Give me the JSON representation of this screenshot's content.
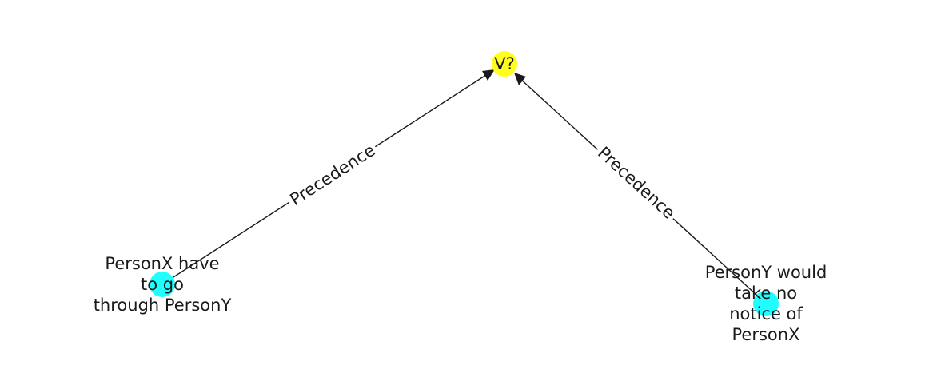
{
  "graph": {
    "nodes": [
      {
        "id": "v",
        "label": "V?",
        "color": "#ffff1f"
      },
      {
        "id": "x",
        "label_lines": [
          "PersonX have",
          "to go",
          "through PersonY"
        ],
        "color": "#1fffff"
      },
      {
        "id": "y",
        "label_lines": [
          "PersonY would",
          "take no",
          "notice of",
          "PersonX"
        ],
        "color": "#1fffff"
      }
    ],
    "edges": [
      {
        "from": "x",
        "to": "v",
        "label": "Precedence"
      },
      {
        "from": "y",
        "to": "v",
        "label": "Precedence"
      }
    ]
  }
}
